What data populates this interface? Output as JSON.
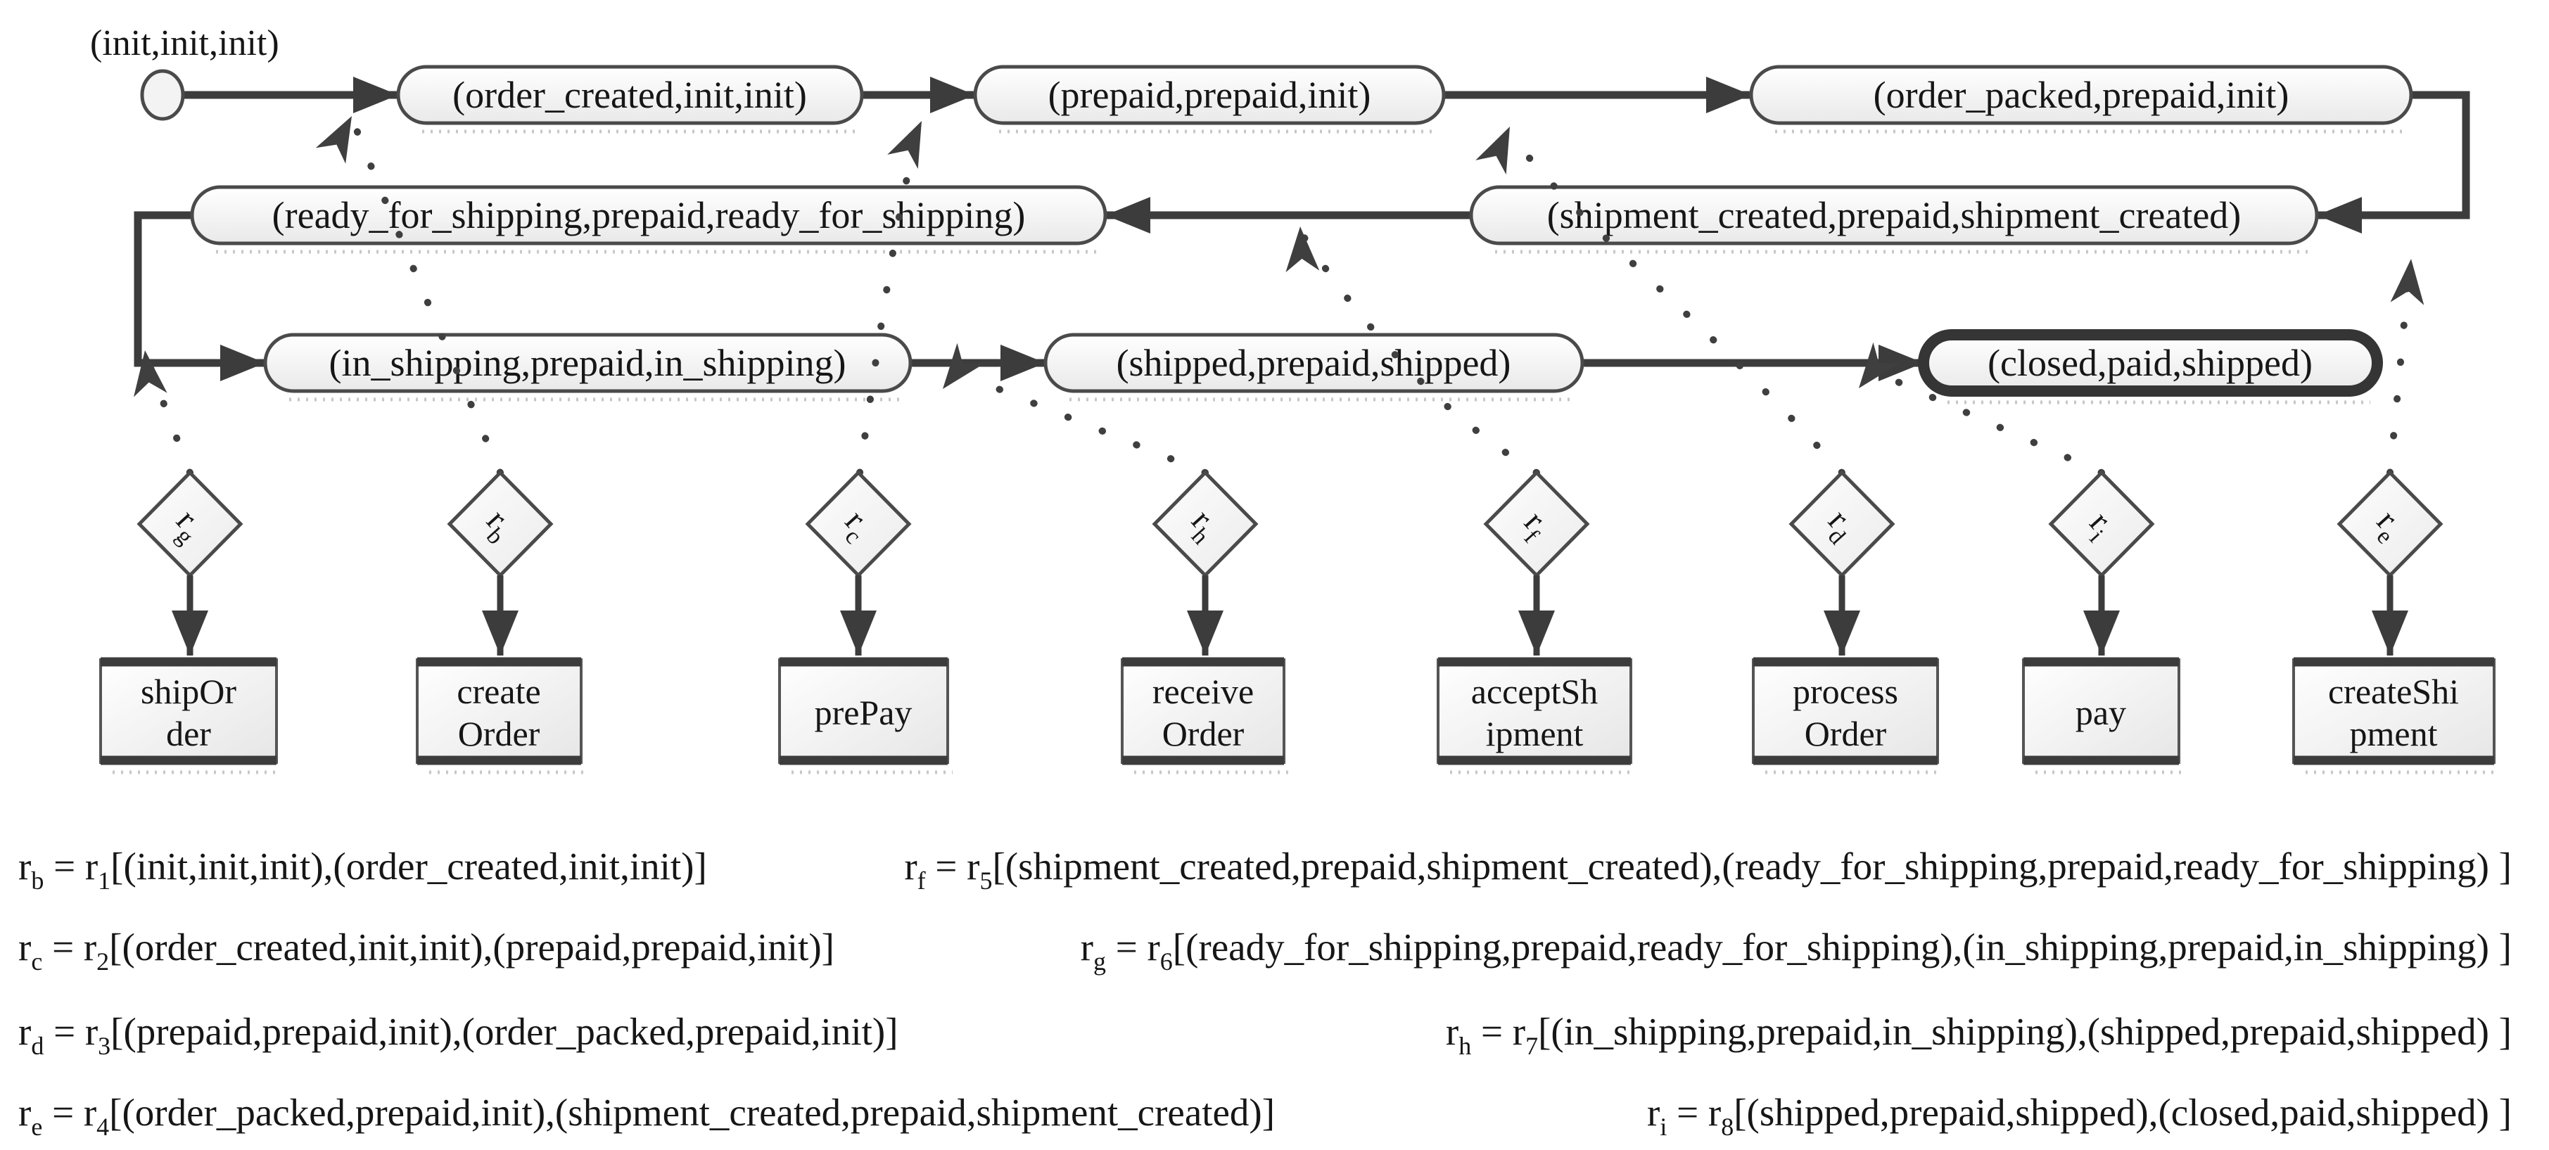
{
  "figure": {
    "type": "state-transition-diagram",
    "colors": {
      "line": "#3c3c3c",
      "state_border": "#4a4a4a",
      "final_state_border": "#353535",
      "fill_top": "#ffffff",
      "fill_bottom": "#e9e9e9",
      "text": "#161616"
    },
    "initial_state_label": "(init,init,init)",
    "states": [
      {
        "label": "(order_created,init,init)"
      },
      {
        "label": "(prepaid,prepaid,init)"
      },
      {
        "label": "(order_packed,prepaid,init)"
      },
      {
        "label": "(ready_for_shipping,prepaid,ready_for_shipping)"
      },
      {
        "label": "(shipment_created,prepaid,shipment_created)"
      },
      {
        "label": "(in_shipping,prepaid,in_shipping)"
      },
      {
        "label": "(shipped,prepaid,shipped)"
      },
      {
        "label": "(closed,paid,shipped)",
        "final": true
      }
    ],
    "rules": [
      {
        "pre": "r",
        "sub": "g"
      },
      {
        "pre": "r",
        "sub": "b"
      },
      {
        "pre": "r",
        "sub": "c"
      },
      {
        "pre": "r",
        "sub": "h"
      },
      {
        "pre": "r",
        "sub": "f"
      },
      {
        "pre": "r",
        "sub": "d"
      },
      {
        "pre": "r",
        "sub": "i"
      },
      {
        "pre": "r",
        "sub": "e"
      }
    ],
    "tasks": [
      {
        "line1": "shipOr",
        "line2": "der"
      },
      {
        "line1": "create",
        "line2": "Order"
      },
      {
        "line1": "prePay",
        "line2": ""
      },
      {
        "line1": "receive",
        "line2": "Order"
      },
      {
        "line1": "acceptSh",
        "line2": "ipment"
      },
      {
        "line1": "process",
        "line2": "Order"
      },
      {
        "line1": "pay",
        "line2": ""
      },
      {
        "line1": "createShi",
        "line2": "pment"
      }
    ],
    "formulas_left": [
      {
        "pre": "r",
        "pre_sub": "b",
        "mid": " = r",
        "mid_sub": "1",
        "body": "[(init,init,init),(order_created,init,init)]"
      },
      {
        "pre": "r",
        "pre_sub": "c",
        "mid": " = r",
        "mid_sub": "2",
        "body": "[(order_created,init,init),(prepaid,prepaid,init)]"
      },
      {
        "pre": "r",
        "pre_sub": "d",
        "mid": " = r",
        "mid_sub": "3",
        "body": "[(prepaid,prepaid,init),(order_packed,prepaid,init)]"
      },
      {
        "pre": "r",
        "pre_sub": "e",
        "mid": " = r",
        "mid_sub": "4",
        "body": "[(order_packed,prepaid,init),(shipment_created,prepaid,shipment_created)]"
      }
    ],
    "formulas_right": [
      {
        "pre": "r",
        "pre_sub": "f",
        "mid": " = r",
        "mid_sub": "5",
        "body": "[(shipment_created,prepaid,shipment_created),(ready_for_shipping,prepaid,ready_for_shipping) ]"
      },
      {
        "pre": "r",
        "pre_sub": "g",
        "mid": " = r",
        "mid_sub": "6",
        "body": "[(ready_for_shipping,prepaid,ready_for_shipping),(in_shipping,prepaid,in_shipping) ]"
      },
      {
        "pre": "r",
        "pre_sub": "h",
        "mid": " = r",
        "mid_sub": "7",
        "body": "[(in_shipping,prepaid,in_shipping),(shipped,prepaid,shipped) ]"
      },
      {
        "pre": "r",
        "pre_sub": "i",
        "mid": " = r",
        "mid_sub": "8",
        "body": "[(shipped,prepaid,shipped),(closed,paid,shipped) ]"
      }
    ]
  }
}
